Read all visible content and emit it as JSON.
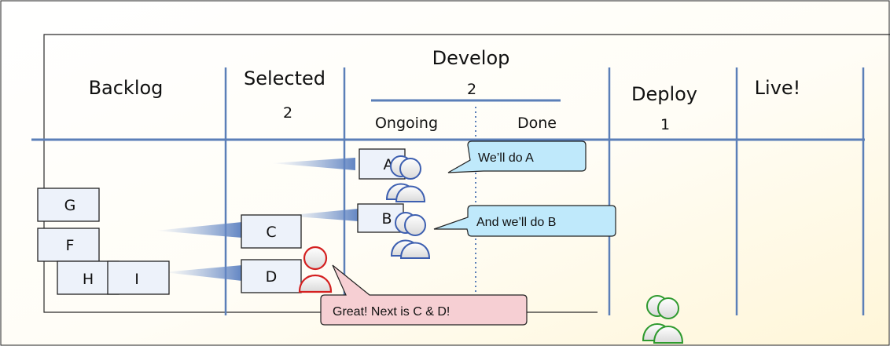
{
  "columns": {
    "backlog": {
      "title": "Backlog"
    },
    "selected": {
      "title": "Selected",
      "limit": "2"
    },
    "develop": {
      "title": "Develop",
      "limit": "2",
      "sub_ongoing": "Ongoing",
      "sub_done": "Done"
    },
    "deploy": {
      "title": "Deploy",
      "limit": "1"
    },
    "live": {
      "title": "Live!"
    }
  },
  "cards": {
    "a": "A",
    "b": "B",
    "c": "C",
    "d": "D",
    "f": "F",
    "g": "G",
    "h": "H",
    "i": "I"
  },
  "bubbles": {
    "dev_a": "We’ll do A",
    "dev_b": "And we’ll do B",
    "manager": "Great! Next is C & D!"
  },
  "colors": {
    "board_line": "#5b7fb8",
    "background_tint": "#fffbea",
    "card_fill": "#edf2fa",
    "blue_bubble": "#bfe9fb",
    "pink_bubble": "#f6cfd3",
    "dev_people": "#3d5fb0",
    "manager_person": "#d42020",
    "live_people": "#2f9a2f"
  },
  "icons": {
    "dev_pair": "person-pair-icon",
    "manager": "person-icon",
    "live_pair": "person-pair-icon"
  }
}
